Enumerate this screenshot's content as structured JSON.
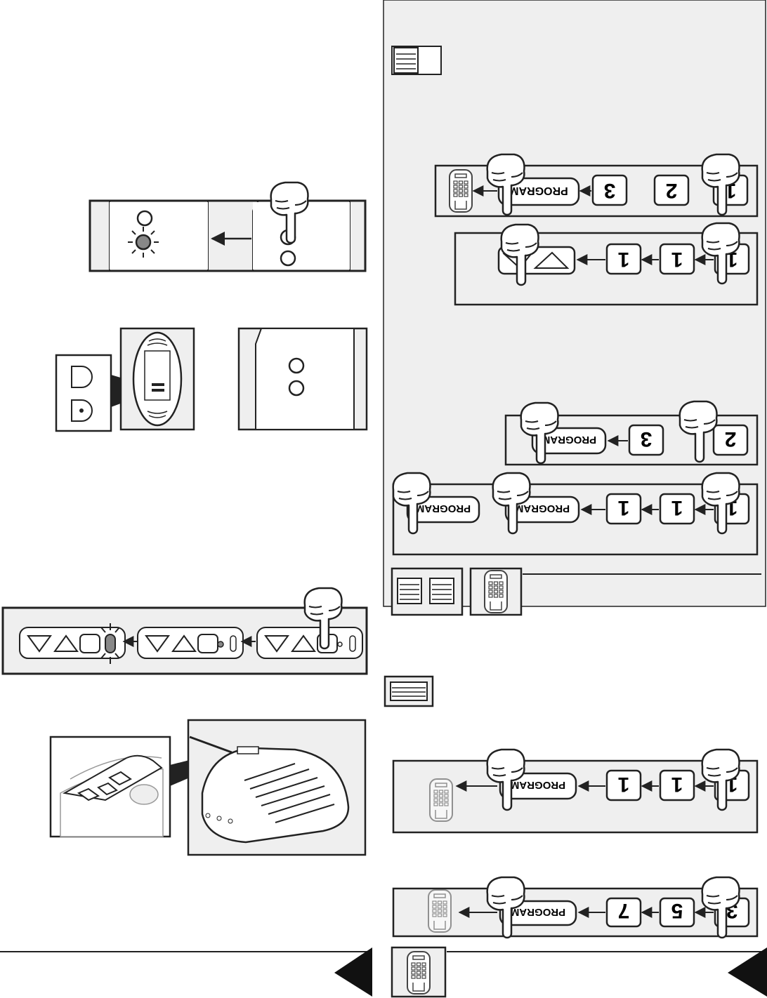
{
  "keys": {
    "row1": [
      "1",
      "2",
      "3"
    ],
    "row2": [
      "1",
      "1",
      "1"
    ],
    "row3": [
      "2",
      "3"
    ],
    "row4": [
      "1",
      "1",
      "1"
    ],
    "row5": [
      "1",
      "1",
      "1"
    ],
    "row6": [
      "3",
      "5",
      "7"
    ]
  },
  "program_label": "PROGRAM",
  "colors": {
    "panel": "#efefef",
    "line": "#222222",
    "led": "#888888"
  },
  "icons": [
    "pointing-hand-icon",
    "keypad-icon",
    "arrow-left-icon",
    "led-flash-icon",
    "remote-control-icon",
    "wall-control-icon",
    "opener-motor-unit",
    "triangle-marker-icon"
  ]
}
